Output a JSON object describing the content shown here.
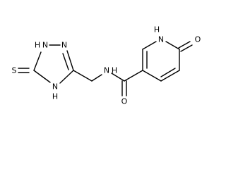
{
  "molecule": {
    "atom_labels": {
      "sulfur": "S",
      "triazole_n1_h": "H",
      "triazole_n1": "N",
      "triazole_n2": "N",
      "triazole_n4": "N",
      "triazole_n4_h": "H",
      "amide_n": "N",
      "amide_n_h": "H",
      "carbonyl_o": "O",
      "pyridone_n": "N",
      "pyridone_n_h": "H",
      "pyridone_o": "O"
    }
  }
}
